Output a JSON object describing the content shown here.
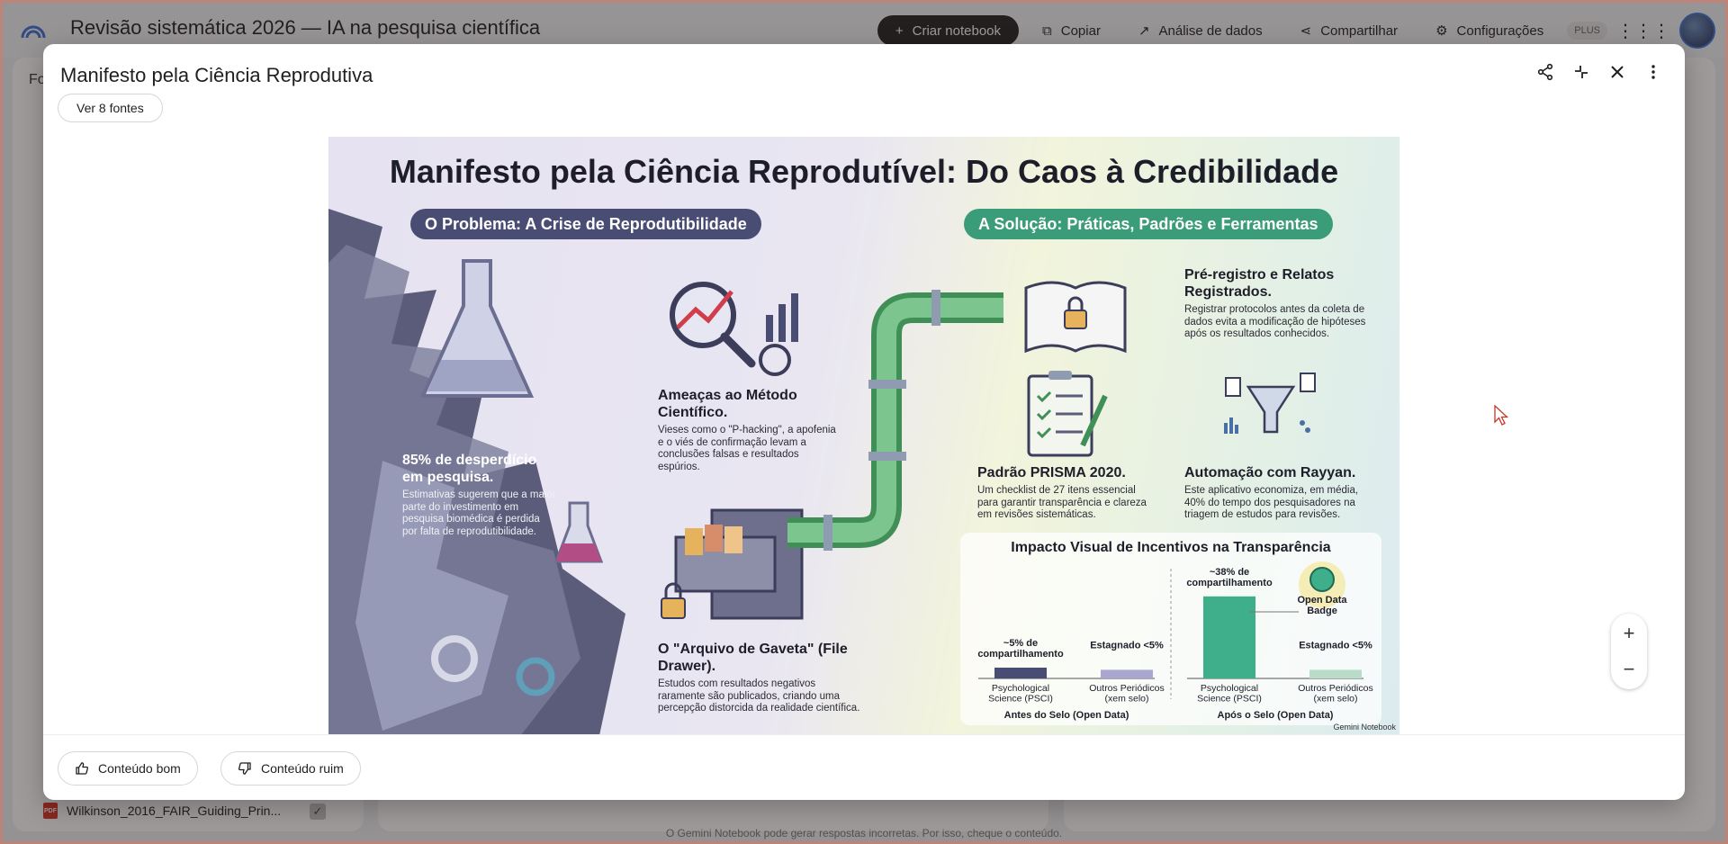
{
  "app": {
    "title": "Revisão sistemática 2026 — IA na pesquisa científica",
    "actions": {
      "create_notebook": "Criar notebook",
      "copy": "Copiar",
      "data_analysis": "Análise de dados",
      "share": "Compartilhar",
      "settings": "Configurações",
      "plan_badge": "PLUS"
    },
    "left_panel_stub": "Fo",
    "source_item": "Wilkinson_2016_FAIR_Guiding_Prin...",
    "footer_note": "O Gemini Notebook pode gerar respostas incorretas. Por isso, cheque o conteúdo."
  },
  "modal": {
    "title": "Manifesto pela Ciência Reprodutiva",
    "sources_button": "Ver 8 fontes",
    "feedback": {
      "good": "Conteúdo bom",
      "bad": "Conteúdo ruim"
    },
    "zoom": {
      "in": "+",
      "out": "−"
    }
  },
  "infographic": {
    "title": "Manifesto pela Ciência Reprodutível: Do Caos à Credibilidade",
    "problem_pill": "O Problema: A Crise de Reprodutibilidade",
    "solution_pill": "A Solução: Práticas, Padrões e Ferramentas",
    "waste": {
      "heading": "85% de desperdício em pesquisa.",
      "text": "Estimativas sugerem que a maior parte do investimento em pesquisa biomédica é perdida por falta de reprodutibilidade."
    },
    "threats": {
      "heading": "Ameaças ao Método Científico.",
      "text": "Vieses como o \"P-hacking\", a apofenia e o viés de confirmação levam a conclusões falsas e resultados espúrios."
    },
    "drawer": {
      "heading": "O \"Arquivo de Gaveta\" (File Drawer).",
      "text": "Estudos com resultados negativos raramente são publicados, criando uma percepção distorcida da realidade científica."
    },
    "prereg": {
      "heading": "Pré-registro e Relatos Registrados.",
      "text": "Registrar protocolos antes da coleta de dados evita a modificação de hipóteses após os resultados conhecidos."
    },
    "prisma": {
      "heading": "Padrão PRISMA 2020.",
      "text": "Um checklist de 27 itens essencial para garantir transparência e clareza em revisões sistemáticas."
    },
    "rayyan": {
      "heading": "Automação com Rayyan.",
      "text": "Este aplicativo economiza, em média, 40% do tempo dos pesquisadores na triagem de estudos para revisões."
    },
    "brand": "Gemini Notebook"
  },
  "chart_data": [
    {
      "type": "bar",
      "title": "Impacto Visual de Incentivos na Transparência",
      "group_label": "Antes do Selo (Open Data)",
      "categories": [
        "Psychological Science (PSCI)",
        "Outros Periódicos (xem selo)"
      ],
      "values": [
        5,
        4
      ],
      "data_labels": [
        "~5% de compartilhamento",
        "Estagnado <5%"
      ],
      "ylim": [
        0,
        40
      ],
      "colors": [
        "#4a4d73",
        "#a9a6cf"
      ]
    },
    {
      "type": "bar",
      "title": "Impacto Visual de Incentivos na Transparência",
      "group_label": "Após o Selo (Open Data)",
      "categories": [
        "Psychological Science (PSCI)",
        "Outros Periódicos (xem selo)"
      ],
      "values": [
        38,
        4
      ],
      "data_labels": [
        "~38% de compartilhamento",
        "Estagnado <5%"
      ],
      "annotation": "Open Data Badge",
      "ylim": [
        0,
        40
      ],
      "colors": [
        "#3fae8a",
        "#b9dcc8"
      ]
    }
  ]
}
